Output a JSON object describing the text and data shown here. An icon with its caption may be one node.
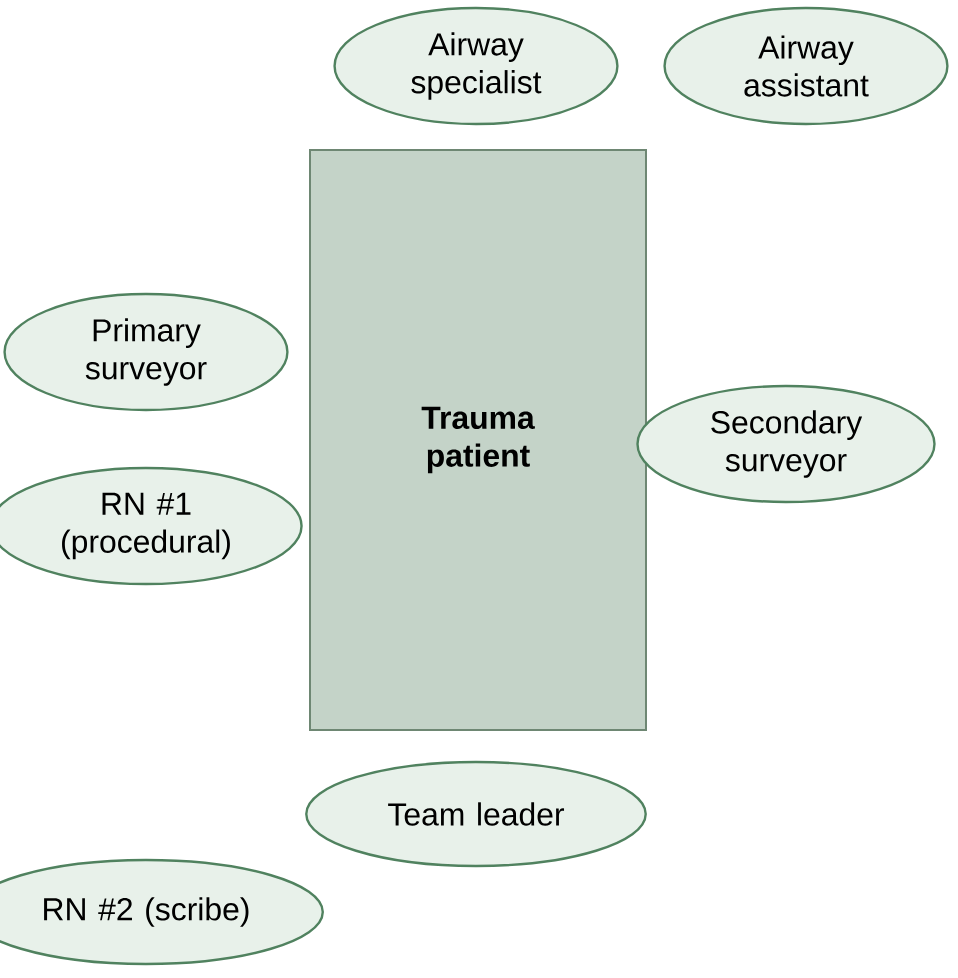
{
  "diagram": {
    "nodes": [
      {
        "text": [
          "Airway specialist"
        ]
      },
      {
        "text": [
          "Airway assistant"
        ]
      },
      {
        "text": [
          "Primary surveyor"
        ]
      },
      {
        "text": [
          "Trauma patient"
        ]
      },
      {
        "text": [
          "Secondary surveyor"
        ]
      },
      {
        "text": [
          "RN #1 (procedural)"
        ]
      },
      {
        "text": [
          "Team leader"
        ]
      },
      {
        "text": [
          "RN #2 (scribe)"
        ]
      }
    ]
  }
}
